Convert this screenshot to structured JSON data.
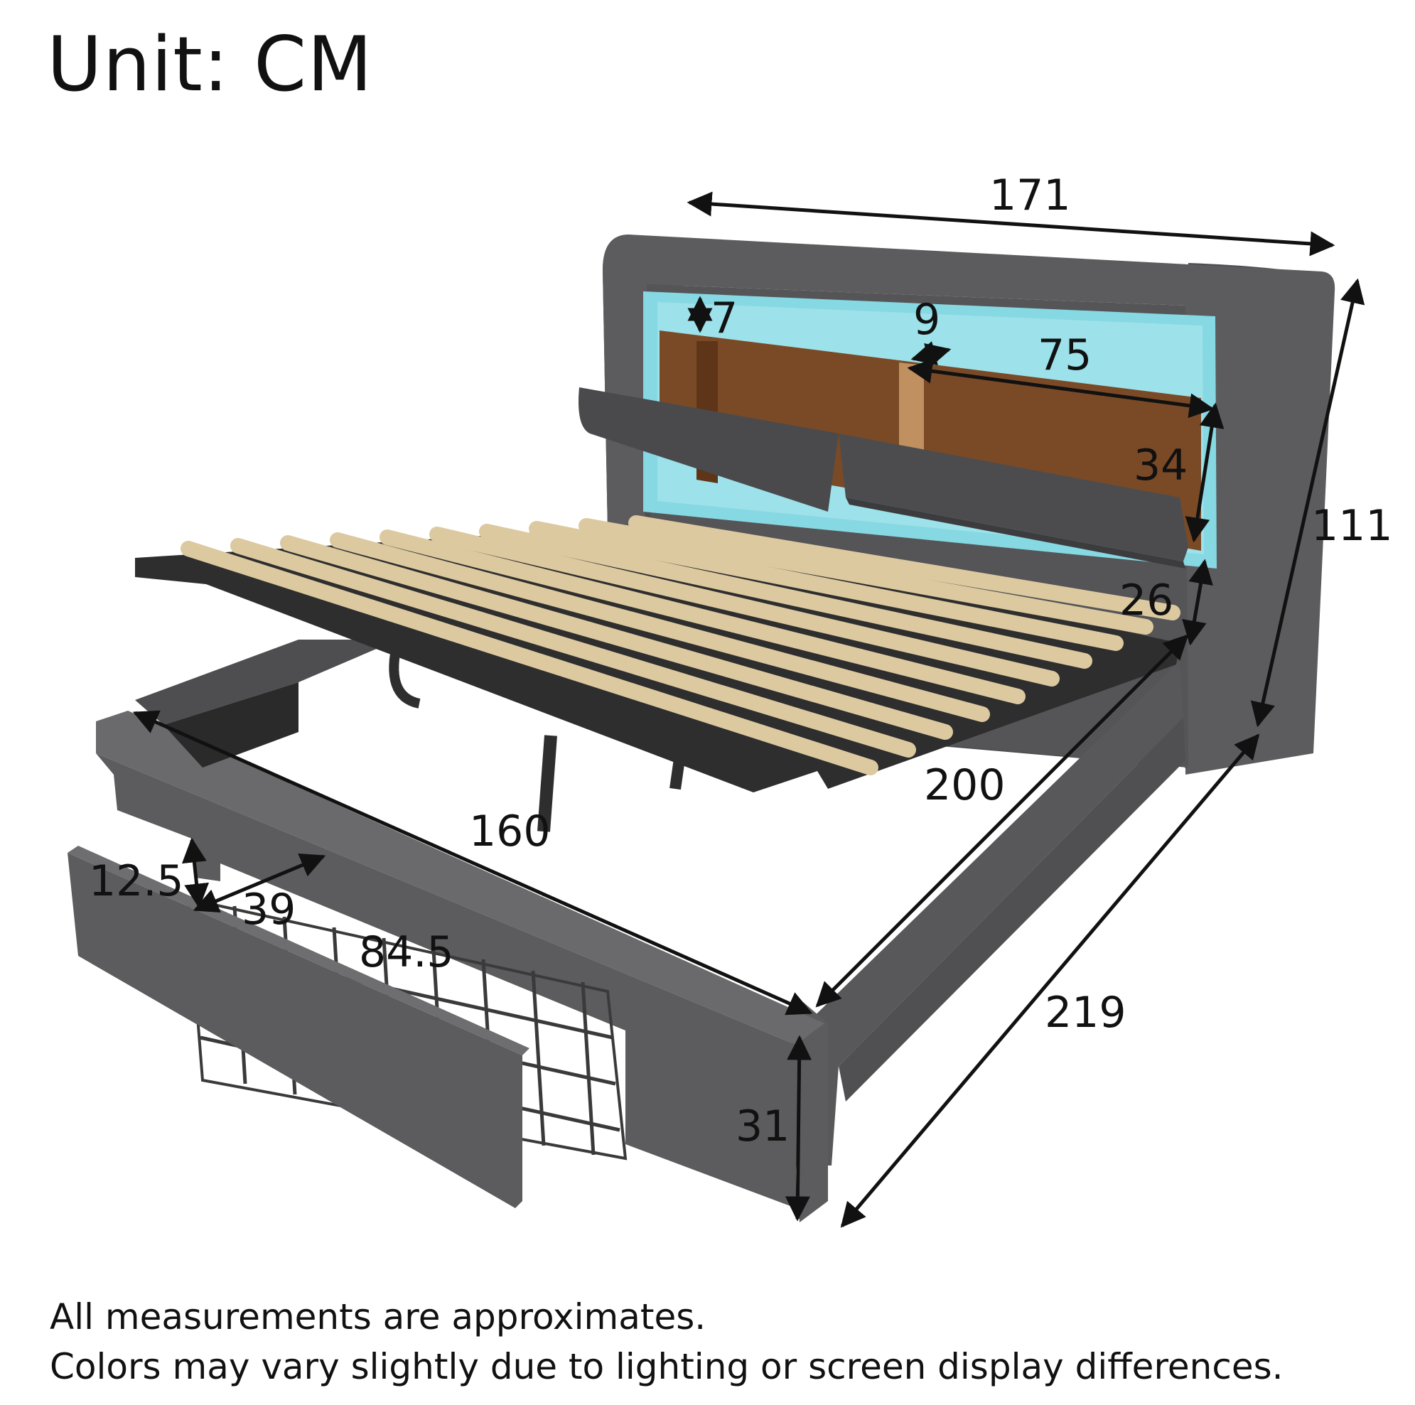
{
  "unit_title": "Unit: CM",
  "dimensions": {
    "headboard_width": "171",
    "total_height": "111",
    "shelf_gap": "7",
    "divider": "9",
    "shelf_width": "75",
    "shelf_height": "34",
    "headboard_clearance": "26",
    "slat_length": "200",
    "inner_width": "160",
    "total_length": "219",
    "drawer_height": "12.5",
    "drawer_depth": "39",
    "drawer_length": "84.5",
    "frame_height": "31"
  },
  "notes": {
    "line1": "All measurements are approximates.",
    "line2": "Colors may vary slightly due to lighting or screen display differences."
  },
  "colors": {
    "fabric": "#5c5c5e",
    "fabric_dark": "#4a4a4c",
    "led": "#7fd6e0",
    "wood": "#7a4a26",
    "slat": "#dcc9a0",
    "metal": "#2e2e2e"
  }
}
